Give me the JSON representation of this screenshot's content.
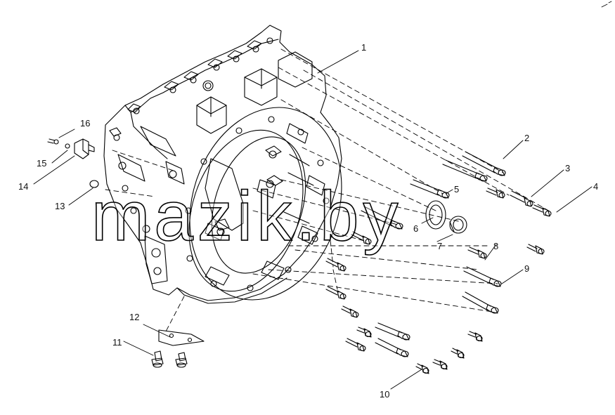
{
  "diagram": {
    "callouts": [
      "1",
      "2",
      "3",
      "4",
      "5",
      "6",
      "7",
      "8",
      "9",
      "10",
      "11",
      "12",
      "13",
      "14",
      "15",
      "16"
    ],
    "watermark": "mazik.by"
  },
  "colors": {
    "line": "#000000",
    "background": "#ffffff"
  }
}
